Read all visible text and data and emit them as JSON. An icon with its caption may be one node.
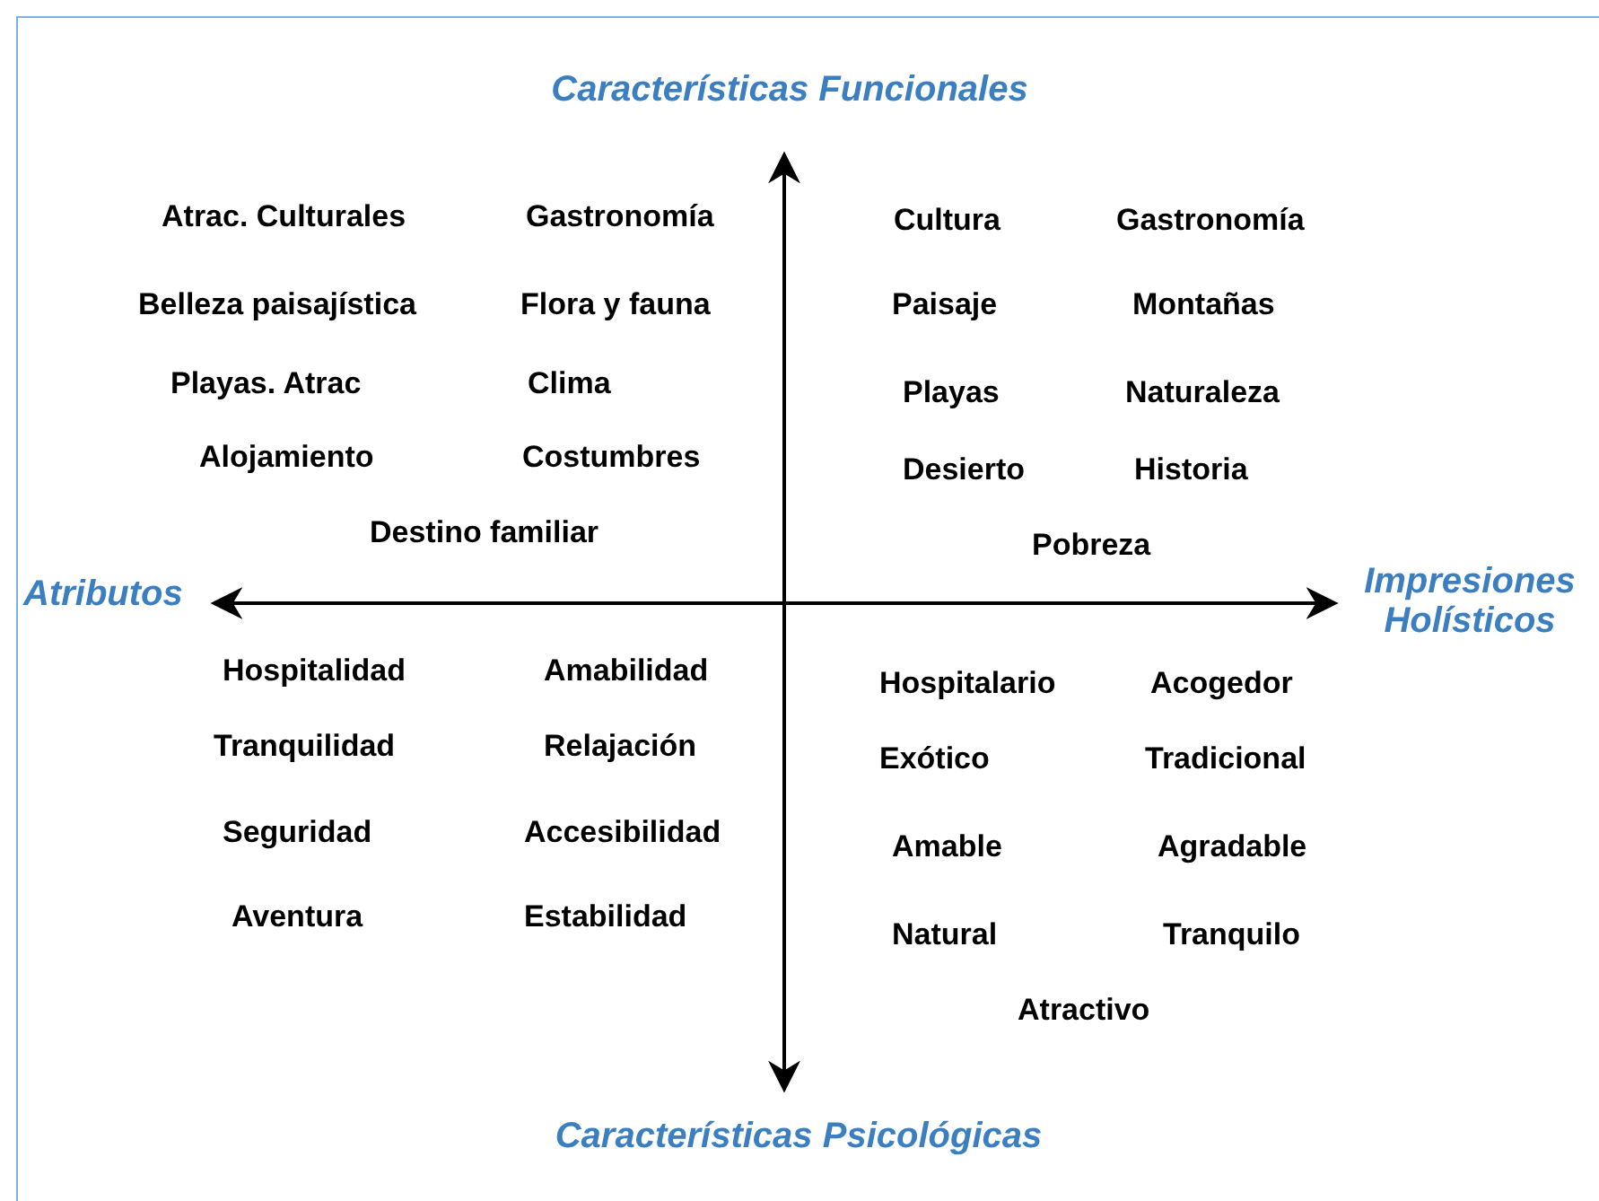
{
  "diagram": {
    "labels": [
      "Características Funcionales",
      "Atrac. Culturales",
      "Gastronomía",
      "Cultura",
      "Gastronomía",
      "Belleza paisajística",
      "Flora y fauna",
      "Paisaje",
      "Montañas",
      "Playas. Atrac",
      "Clima",
      "Playas",
      "Naturaleza",
      "Alojamiento",
      "Costumbres",
      "Desierto",
      "Historia",
      "Destino familiar",
      "Pobreza",
      "Atributos",
      "Impresiones Holísticos",
      "Hospitalidad",
      "Amabilidad",
      "Hospitalario",
      "Acogedor",
      "Tranquilidad",
      "Relajación",
      "Exótico",
      "Tradicional",
      "Seguridad",
      "Accesibilidad",
      "Amable",
      "Agradable",
      "Aventura",
      "Estabilidad",
      "Natural",
      "Tranquilo",
      "Atractivo",
      "Características Psicológicas"
    ]
  }
}
